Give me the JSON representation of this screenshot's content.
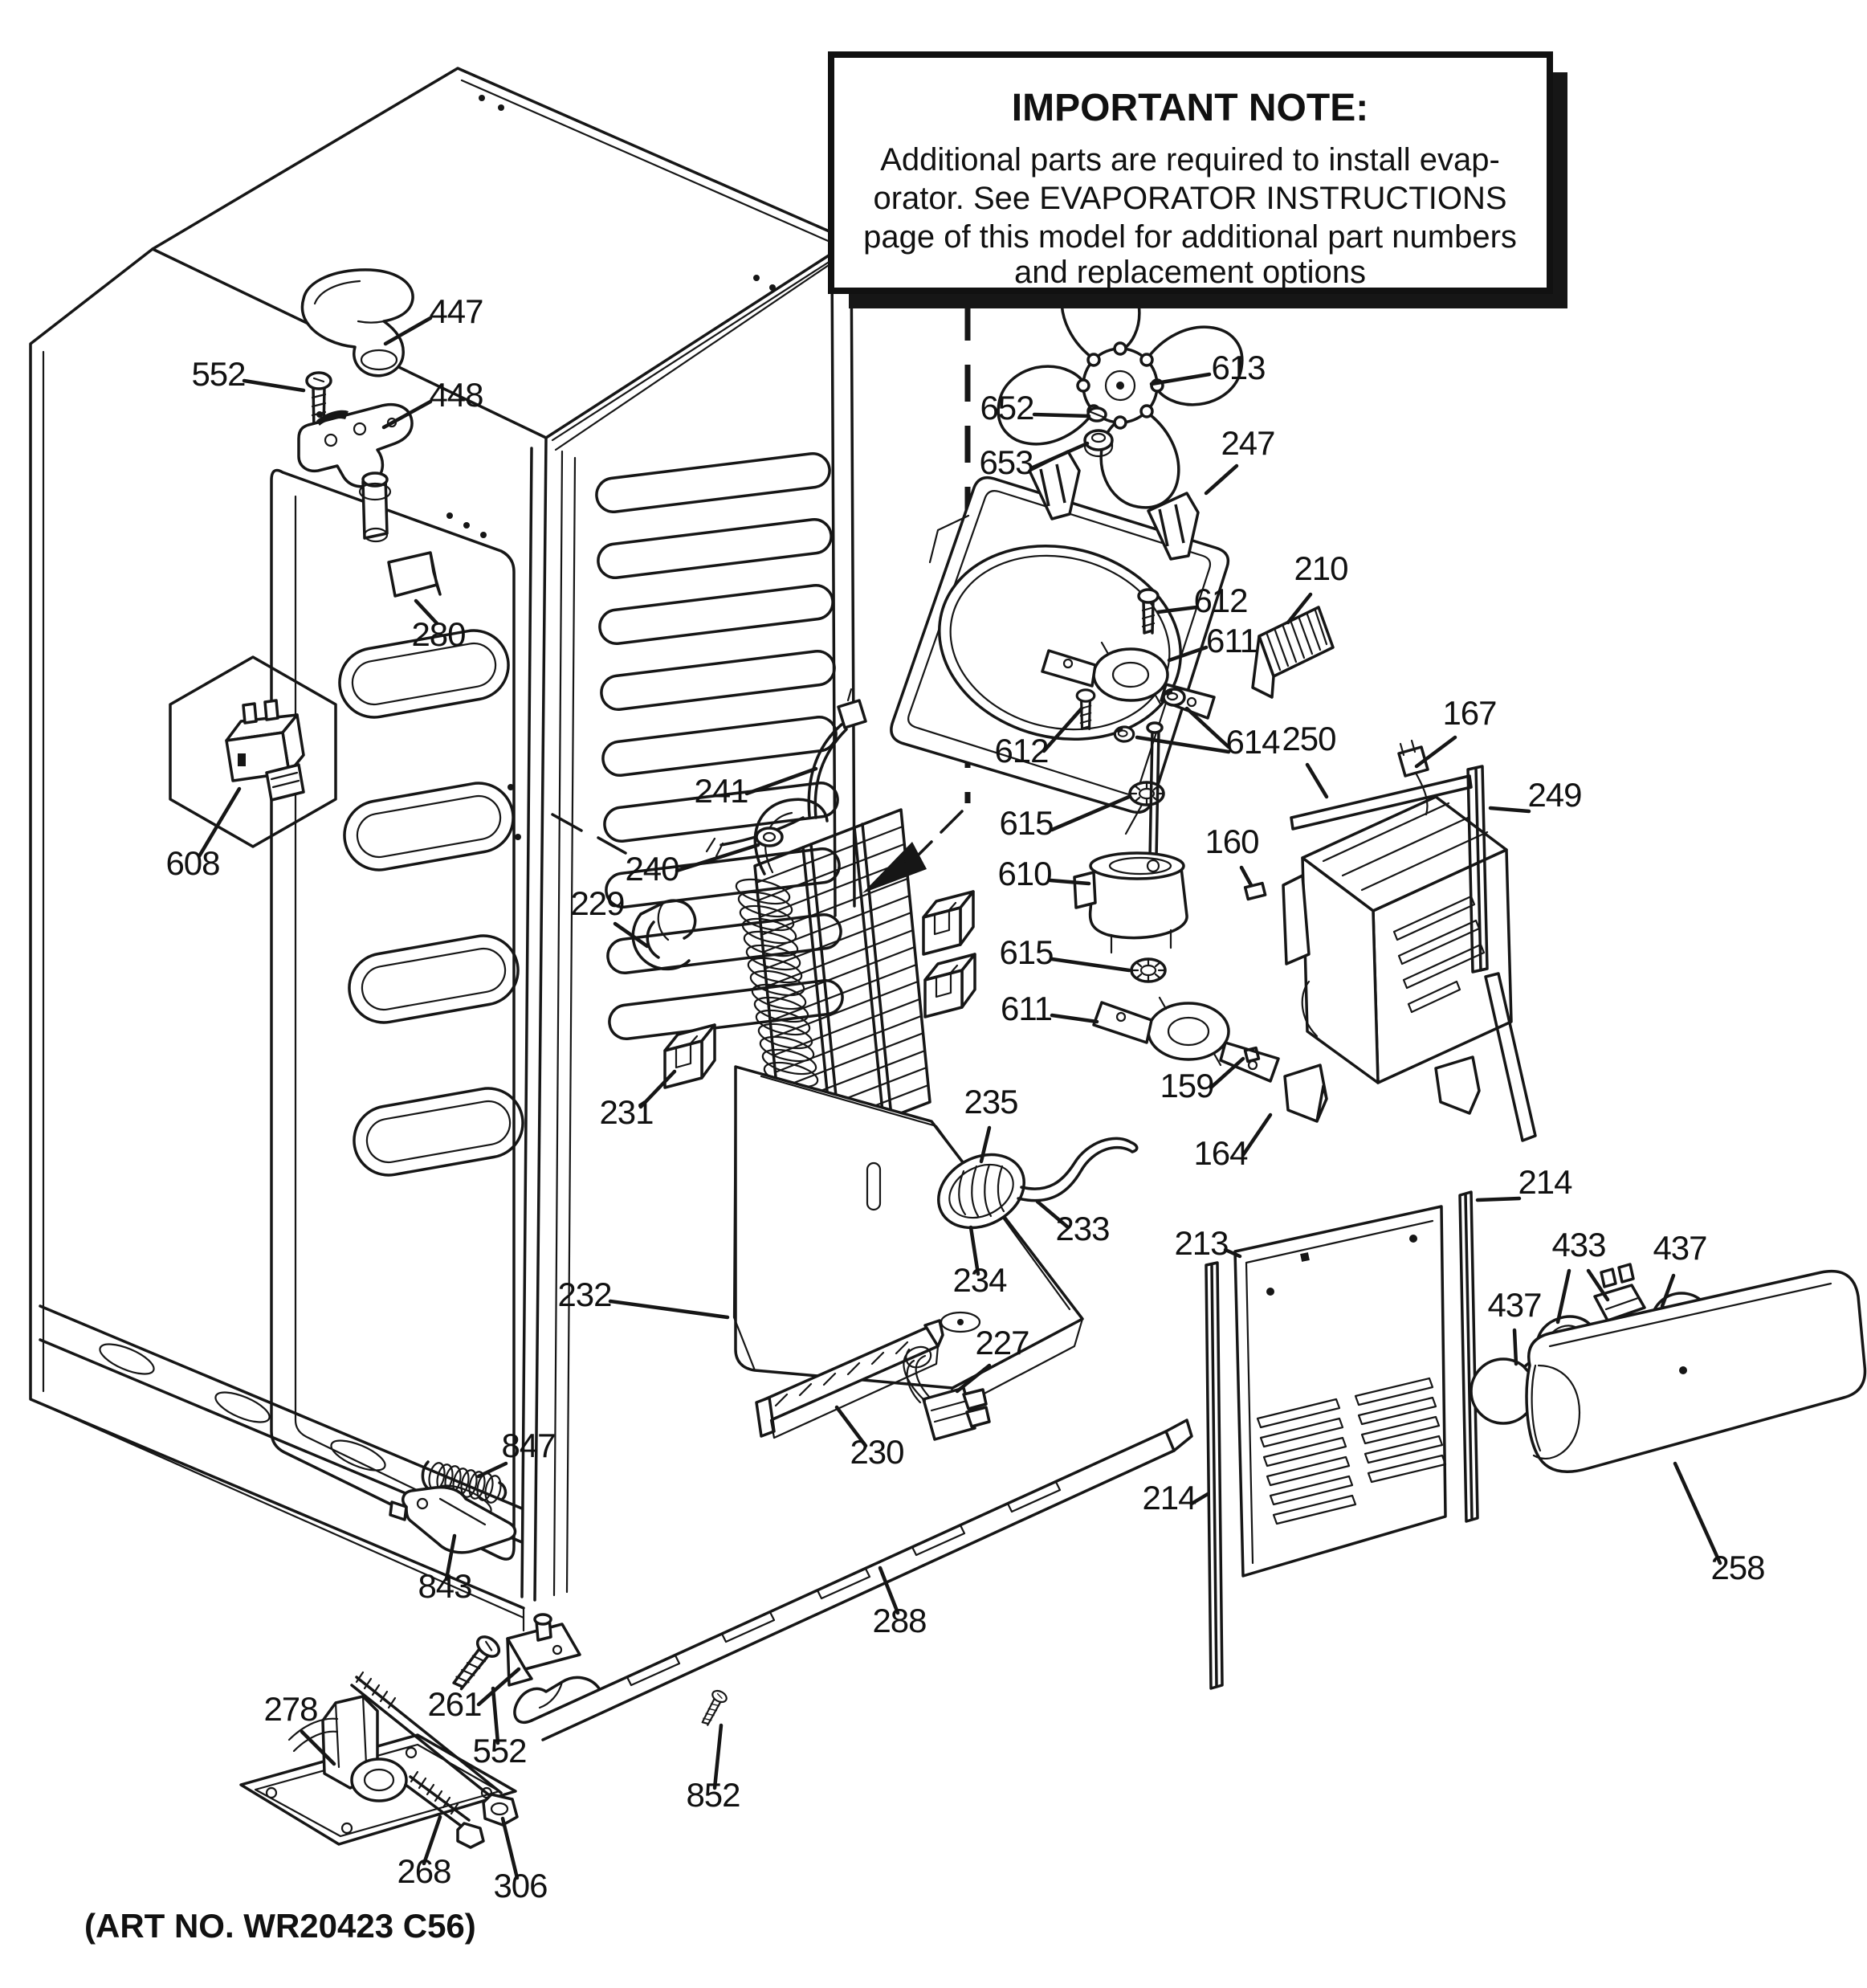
{
  "figure": {
    "type": "exploded-parts-diagram",
    "art_no": "(ART NO. WR20423 C56)",
    "colors": {
      "line": "#161616",
      "background": "#ffffff"
    },
    "note": {
      "title": "IMPORTANT NOTE:",
      "lines": [
        "Additional parts are required to install evap-",
        "orator.  See EVAPORATOR INSTRUCTIONS",
        "page of this model for additional part numbers",
        "and replacement options"
      ]
    },
    "callouts": [
      {
        "label": "447"
      },
      {
        "label": "552"
      },
      {
        "label": "448"
      },
      {
        "label": "280"
      },
      {
        "label": "608"
      },
      {
        "label": "241"
      },
      {
        "label": "240"
      },
      {
        "label": "229"
      },
      {
        "label": "231"
      },
      {
        "label": "232"
      },
      {
        "label": "230"
      },
      {
        "label": "227"
      },
      {
        "label": "288"
      },
      {
        "label": "847"
      },
      {
        "label": "843"
      },
      {
        "label": "261"
      },
      {
        "label": "552"
      },
      {
        "label": "852"
      },
      {
        "label": "278"
      },
      {
        "label": "268"
      },
      {
        "label": "306"
      },
      {
        "label": "613"
      },
      {
        "label": "652"
      },
      {
        "label": "653"
      },
      {
        "label": "247"
      },
      {
        "label": "612"
      },
      {
        "label": "611"
      },
      {
        "label": "210"
      },
      {
        "label": "612"
      },
      {
        "label": "614"
      },
      {
        "label": "250"
      },
      {
        "label": "167"
      },
      {
        "label": "615"
      },
      {
        "label": "160"
      },
      {
        "label": "249"
      },
      {
        "label": "610"
      },
      {
        "label": "615"
      },
      {
        "label": "611"
      },
      {
        "label": "159"
      },
      {
        "label": "164"
      },
      {
        "label": "235"
      },
      {
        "label": "233"
      },
      {
        "label": "234"
      },
      {
        "label": "213"
      },
      {
        "label": "214"
      },
      {
        "label": "214"
      },
      {
        "label": "433"
      },
      {
        "label": "437"
      },
      {
        "label": "437"
      },
      {
        "label": "258"
      }
    ]
  }
}
